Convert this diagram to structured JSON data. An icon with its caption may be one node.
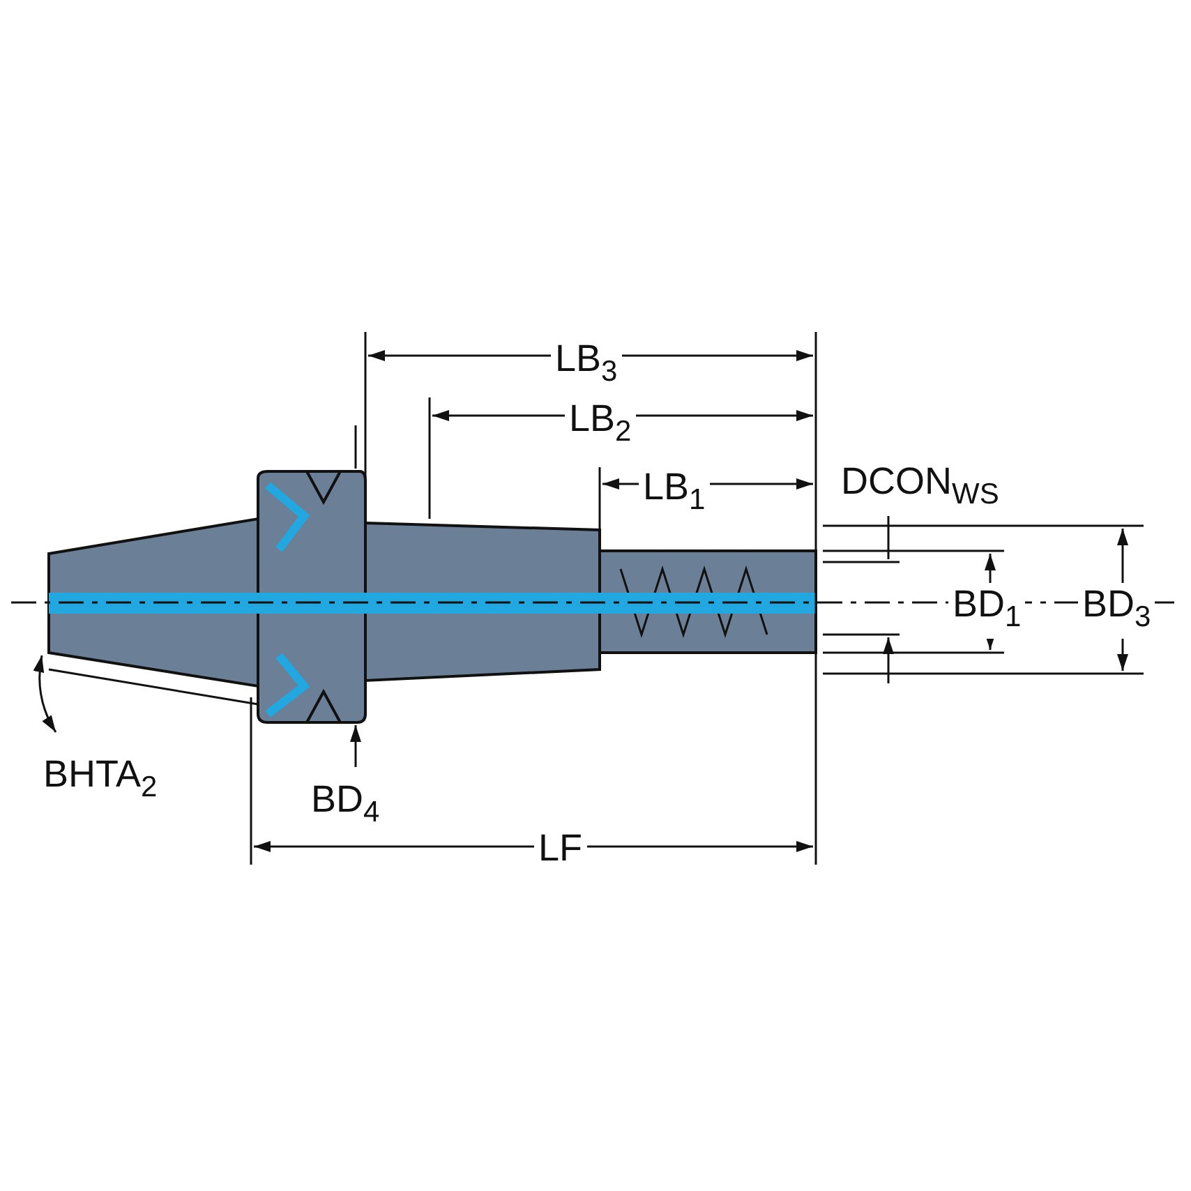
{
  "diagram": {
    "labels": [
      "LB$_{3}$",
      "LB$_{2}$",
      "LB$_{1}$",
      "DCON$_{WS}$",
      "BD$_{1}$",
      "BD$_{3}$",
      "BHTA$_{2}$",
      "BD$_{4}$",
      "LF"
    ]
  }
}
